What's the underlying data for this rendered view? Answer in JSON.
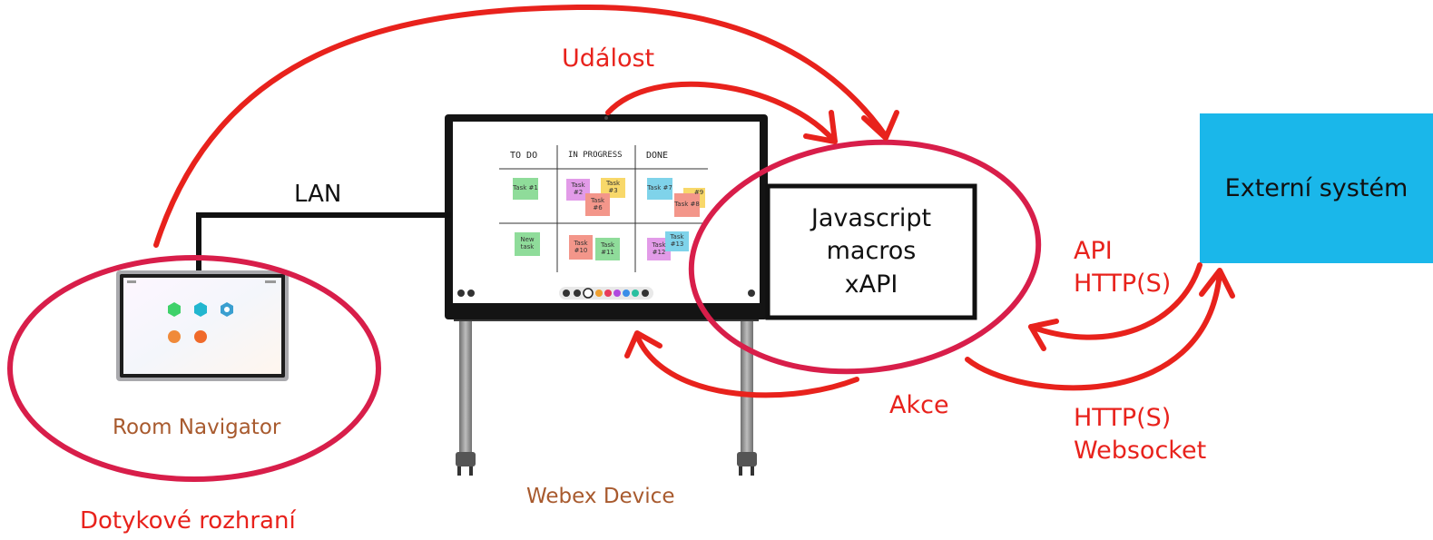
{
  "labels": {
    "event": "Událost",
    "lan": "LAN",
    "action": "Akce",
    "api_line1": "API",
    "api_line2": "HTTP(S)",
    "ws_line1": "HTTP(S)",
    "ws_line2": "Websocket",
    "room_navigator": "Room Navigator",
    "touch_interface": "Dotykové rozhraní",
    "webex_device": "Webex Device"
  },
  "external_system": {
    "label": "Externí systém",
    "fill": "#1ab7ea"
  },
  "javascript_box": {
    "line1": "Javascript",
    "line2": "macros",
    "line3": "xAPI"
  },
  "whiteboard": {
    "columns": [
      "TO DO",
      "IN PROGRESS",
      "DONE"
    ],
    "notes": [
      "Task #1",
      "New task",
      "Task #2",
      "Task #3",
      "Task #6",
      "Task #10",
      "Task #11",
      "Task #7",
      "#9",
      "Task #8",
      "Task #12",
      "Task #13"
    ]
  },
  "colors": {
    "arrow_red": "#e8221c",
    "ellipse_crimson": "#d81e4a",
    "label_brown": "#a85a2e"
  }
}
